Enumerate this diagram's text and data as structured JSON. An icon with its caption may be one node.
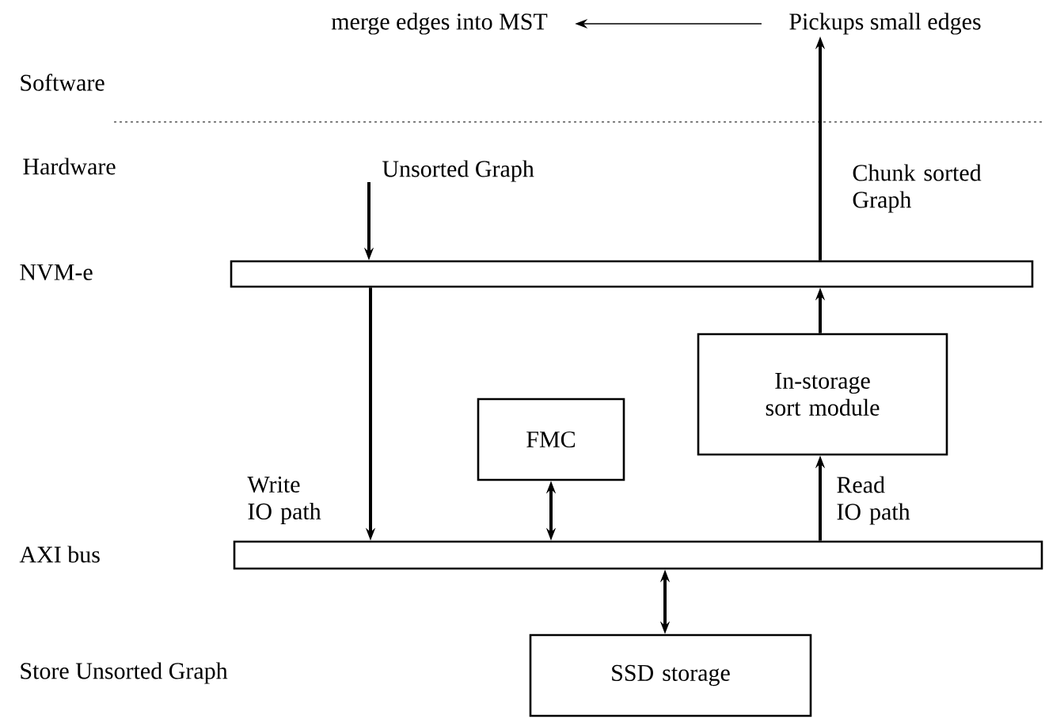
{
  "diagram": {
    "nodes": [
      {
        "text": [],
        "shape": "bar"
      },
      {
        "text": [],
        "shape": "bar"
      },
      {
        "text": [
          "FMC"
        ]
      },
      {
        "text": [
          "In-storage sort module"
        ]
      },
      {
        "text": [
          "SSD storage"
        ]
      },
      {
        "text": [
          "merge edges into MST"
        ]
      },
      {
        "text": [
          "Pickups small edges"
        ]
      }
    ],
    "edges": [
      {
        "from": null,
        "to": 0,
        "arrow": "to",
        "label": "Unsorted Graph"
      },
      {
        "from": 0,
        "to": 1,
        "arrow": "to",
        "label": "Write IO path"
      },
      {
        "from": 2,
        "to": 1,
        "arrow": "both"
      },
      {
        "from": 1,
        "to": 3,
        "arrow": "to",
        "label": "Read IO path"
      },
      {
        "from": 3,
        "to": 0,
        "arrow": "to"
      },
      {
        "from": 0,
        "to": 6,
        "arrow": "to",
        "label": "Chunk sorted Graph"
      },
      {
        "from": 6,
        "to": 5,
        "arrow": "to"
      },
      {
        "from": 1,
        "to": 4,
        "arrow": "both"
      }
    ],
    "labels": [
      "Software",
      "Hardware",
      "NVM-e",
      "AXI bus",
      "Store Unsorted Graph"
    ]
  }
}
